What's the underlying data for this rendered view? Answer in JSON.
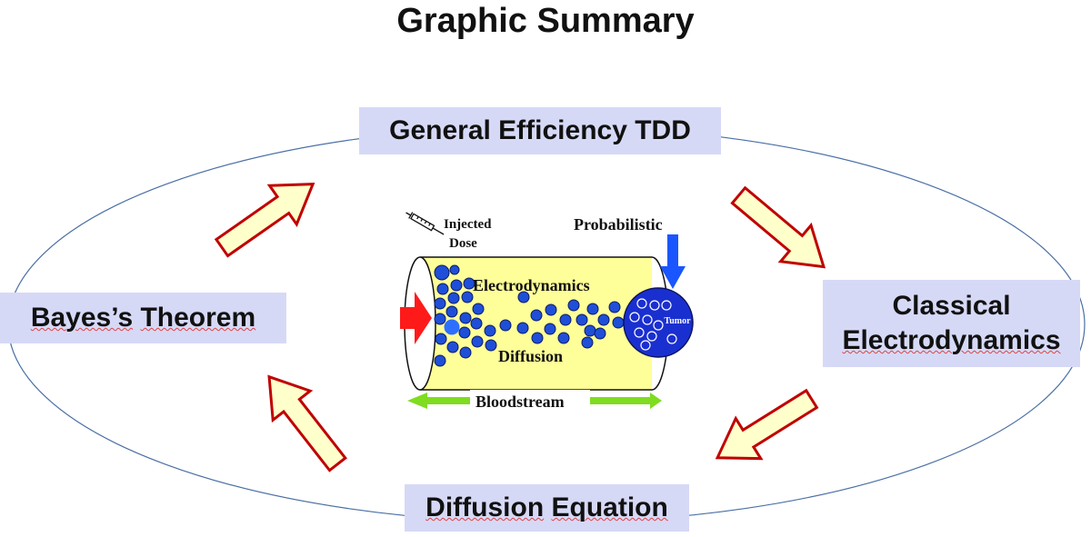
{
  "title": "Graphic Summary",
  "boxes": {
    "top": "General Efficiency TDD",
    "left_word1": "Bayes’s",
    "left_word2": "Theorem",
    "right_line1": "Classical",
    "right_line2": "Electrodynamics",
    "bottom_word1": "Diffusion",
    "bottom_word2": "Equation"
  },
  "center": {
    "injected_line1": "Injected",
    "injected_line2": "Dose",
    "probabilistic": "Probabilistic",
    "electrodynamics": "Electrodynamics",
    "diffusion": "Diffusion",
    "tumor": "Tumor",
    "bloodstream": "Bloodstream"
  },
  "colors": {
    "box_fill": "#d6d9f6",
    "arrow_fill": "#ffffcc",
    "arrow_stroke": "#c00000",
    "vessel_fill": "#ffff99",
    "particle": "#1f4fd8",
    "flow_arrow": "#7fdc20",
    "inject_arrow": "#ff1a1a",
    "probabilistic_arrow": "#1a56ff"
  },
  "icons": [
    "syringe-icon"
  ]
}
